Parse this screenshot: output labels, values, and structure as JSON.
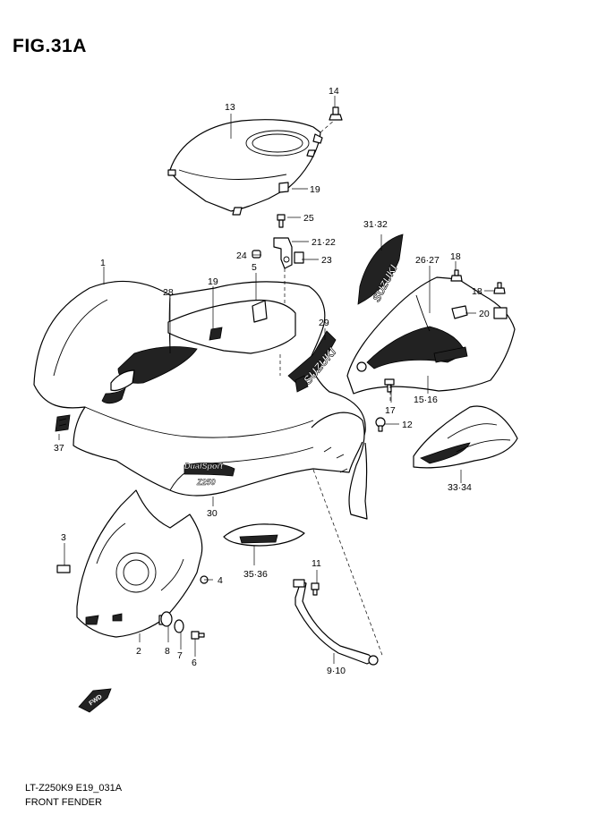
{
  "figure": {
    "title": "FIG.31A",
    "footer_code": "LT-Z250K9 E19_031A",
    "footer_name": "FRONT FENDER"
  },
  "logos": {
    "suzuki": "SUZUKI",
    "fwd": "FWD",
    "dual_sport": "DualSport",
    "z250": "Z250"
  },
  "callouts": {
    "c1": "1",
    "c2": "2",
    "c3": "3",
    "c4": "4",
    "c5": "5",
    "c6": "6",
    "c7": "7",
    "c8": "8",
    "c9_10": "9·10",
    "c11": "11",
    "c12": "12",
    "c13": "13",
    "c14": "14",
    "c15_16": "15·16",
    "c17": "17",
    "c18a": "18",
    "c18b": "18",
    "c19a": "19",
    "c19b": "19",
    "c20": "20",
    "c21_22": "21·22",
    "c23": "23",
    "c24": "24",
    "c25": "25",
    "c26_27": "26·27",
    "c28": "28",
    "c29": "29",
    "c30": "30",
    "c31_32": "31·32",
    "c33_34": "33·34",
    "c35_36": "35·36",
    "c37": "37"
  }
}
